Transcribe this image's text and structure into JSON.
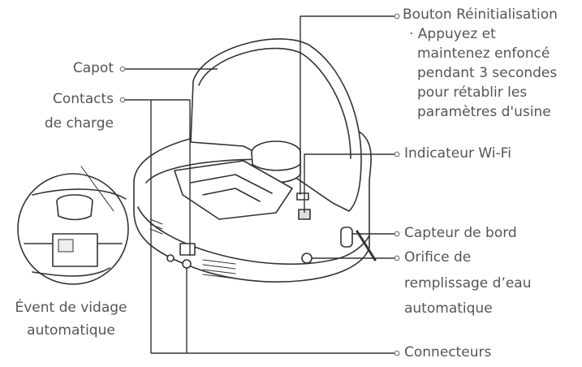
{
  "labels": {
    "reset_button": "Bouton Réinitialisation",
    "reset_note_1": "· Appuyez et",
    "reset_note_2": "maintenez enfoncé",
    "reset_note_3": "pendant 3 secondes",
    "reset_note_4": "pour rétablir les",
    "reset_note_5": "paramètres d'usine",
    "capot": "Capot",
    "contacts_1": "Contacts",
    "contacts_2": "de charge",
    "wifi": "Indicateur Wi-Fi",
    "edge_sensor": "Capteur de bord",
    "water_1": "Orifice de",
    "water_2": "remplissage d’eau",
    "water_3": "automatique",
    "vent_1": "Évent de vidage",
    "vent_2": "automatique",
    "connectors": "Connecteurs"
  }
}
